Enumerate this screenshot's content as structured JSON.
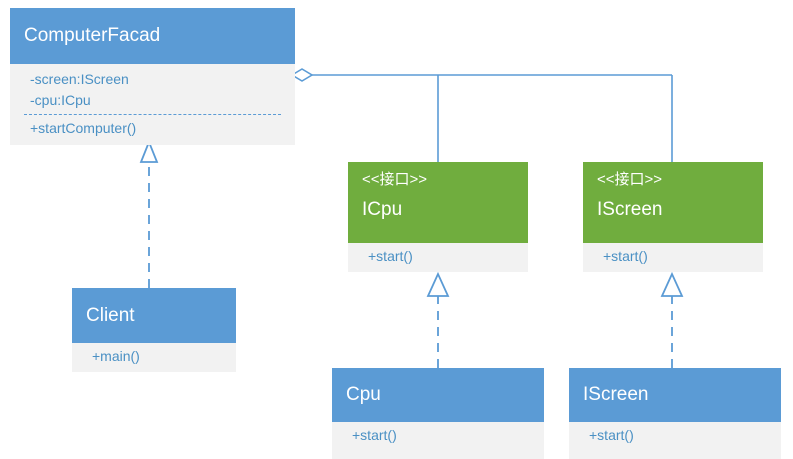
{
  "diagram": {
    "title": "Facade pattern UML class diagram",
    "colors": {
      "class_header": "#5B9BD5",
      "interface_header": "#70AD3E",
      "body_fill": "#F2F2F2",
      "text_blue": "#4A90C4",
      "line": "#5B9BD5",
      "canvas": "#FFFFFF"
    }
  },
  "nodes": {
    "computer_facad": {
      "name": "ComputerFacad",
      "attributes": [
        "-screen:IScreen",
        "-cpu:ICpu"
      ],
      "operations": [
        "+startComputer()"
      ]
    },
    "client": {
      "name": "Client",
      "attributes": [],
      "operations": [
        "+main()"
      ]
    },
    "icpu_interface": {
      "stereotype": "<<接口>>",
      "name": "ICpu",
      "operations": [
        "+start()"
      ]
    },
    "iscreen_interface": {
      "stereotype": "<<接口>>",
      "name": "IScreen",
      "operations": [
        "+start()"
      ]
    },
    "cpu": {
      "name": "Cpu",
      "operations": [
        "+start()"
      ]
    },
    "screen": {
      "name": "IScreen",
      "operations": [
        "+start()"
      ]
    }
  },
  "edges": [
    {
      "id": "client-to-facade",
      "type": "dependency",
      "from": "Client",
      "to": "ComputerFacad",
      "style": "dashed",
      "arrow": "open-triangle"
    },
    {
      "id": "facade-to-icpu",
      "type": "aggregation",
      "from": "ComputerFacad",
      "to": "ICpu",
      "style": "solid",
      "arrow": "hollow-diamond"
    },
    {
      "id": "facade-to-iscreen",
      "type": "aggregation",
      "from": "ComputerFacad",
      "to": "IScreen",
      "style": "solid",
      "arrow": "hollow-diamond"
    },
    {
      "id": "cpu-to-icpu",
      "type": "realization",
      "from": "Cpu",
      "to": "ICpu",
      "style": "dashed",
      "arrow": "hollow-triangle"
    },
    {
      "id": "screen-to-iscreen",
      "type": "realization",
      "from": "IScreen",
      "to": "IScreen",
      "style": "dashed",
      "arrow": "hollow-triangle"
    }
  ]
}
